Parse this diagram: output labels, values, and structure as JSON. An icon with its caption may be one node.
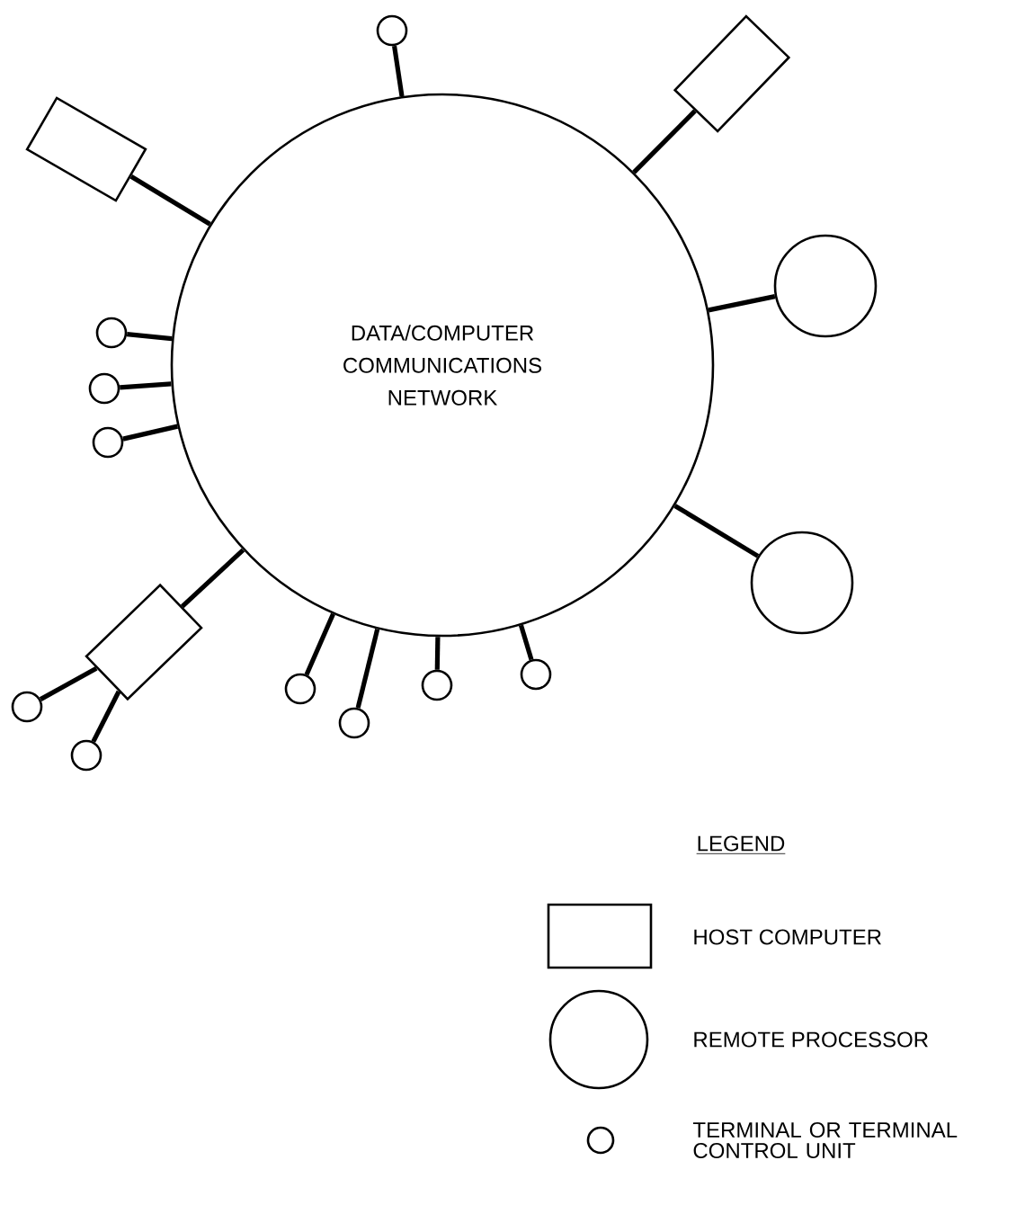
{
  "diagram": {
    "nodes": [
      {
        "text": [
          "DATA/COMPUTER COMMUNICATIONS NETWORK"
        ]
      },
      {
        "text": [],
        "shape": "circle"
      },
      {
        "text": [],
        "shape": "box"
      },
      {
        "text": [],
        "shape": "box"
      },
      {
        "text": [],
        "shape": "circle"
      },
      {
        "text": [],
        "shape": "circle"
      },
      {
        "text": [],
        "shape": "circle"
      },
      {
        "text": [],
        "shape": "circle"
      },
      {
        "text": [],
        "shape": "circle"
      },
      {
        "text": [],
        "shape": "box"
      },
      {
        "text": [],
        "shape": "circle"
      },
      {
        "text": [],
        "shape": "circle"
      },
      {
        "text": [],
        "shape": "circle"
      },
      {
        "text": [],
        "shape": "circle"
      },
      {
        "text": [],
        "shape": "circle"
      },
      {
        "text": [],
        "shape": "circle"
      }
    ],
    "edges": [
      {
        "from": 1,
        "to": 0,
        "arrow": "none"
      },
      {
        "from": 2,
        "to": 0,
        "arrow": "none"
      },
      {
        "from": 3,
        "to": 0,
        "arrow": "none"
      },
      {
        "from": 4,
        "to": 0,
        "arrow": "none"
      },
      {
        "from": 5,
        "to": 0,
        "arrow": "none"
      },
      {
        "from": 6,
        "to": 0,
        "arrow": "none"
      },
      {
        "from": 7,
        "to": 0,
        "arrow": "none"
      },
      {
        "from": 8,
        "to": 0,
        "arrow": "none"
      },
      {
        "from": 9,
        "to": 0,
        "arrow": "none"
      },
      {
        "from": 10,
        "to": 0,
        "arrow": "none"
      },
      {
        "from": 11,
        "to": 0,
        "arrow": "none"
      },
      {
        "from": 12,
        "to": 0,
        "arrow": "none"
      },
      {
        "from": 13,
        "to": 0,
        "arrow": "none"
      },
      {
        "from": 14,
        "to": 9,
        "arrow": "none"
      },
      {
        "from": 15,
        "to": 9,
        "arrow": "none"
      }
    ],
    "labels": [
      "LEGEND"
    ],
    "legend": [
      {
        "text": "HOST COMPUTER"
      },
      {
        "text": "REMOTE PROCESSOR"
      },
      {
        "text": "TERMINAL OR TERMINAL CONTROL UNIT"
      }
    ]
  }
}
